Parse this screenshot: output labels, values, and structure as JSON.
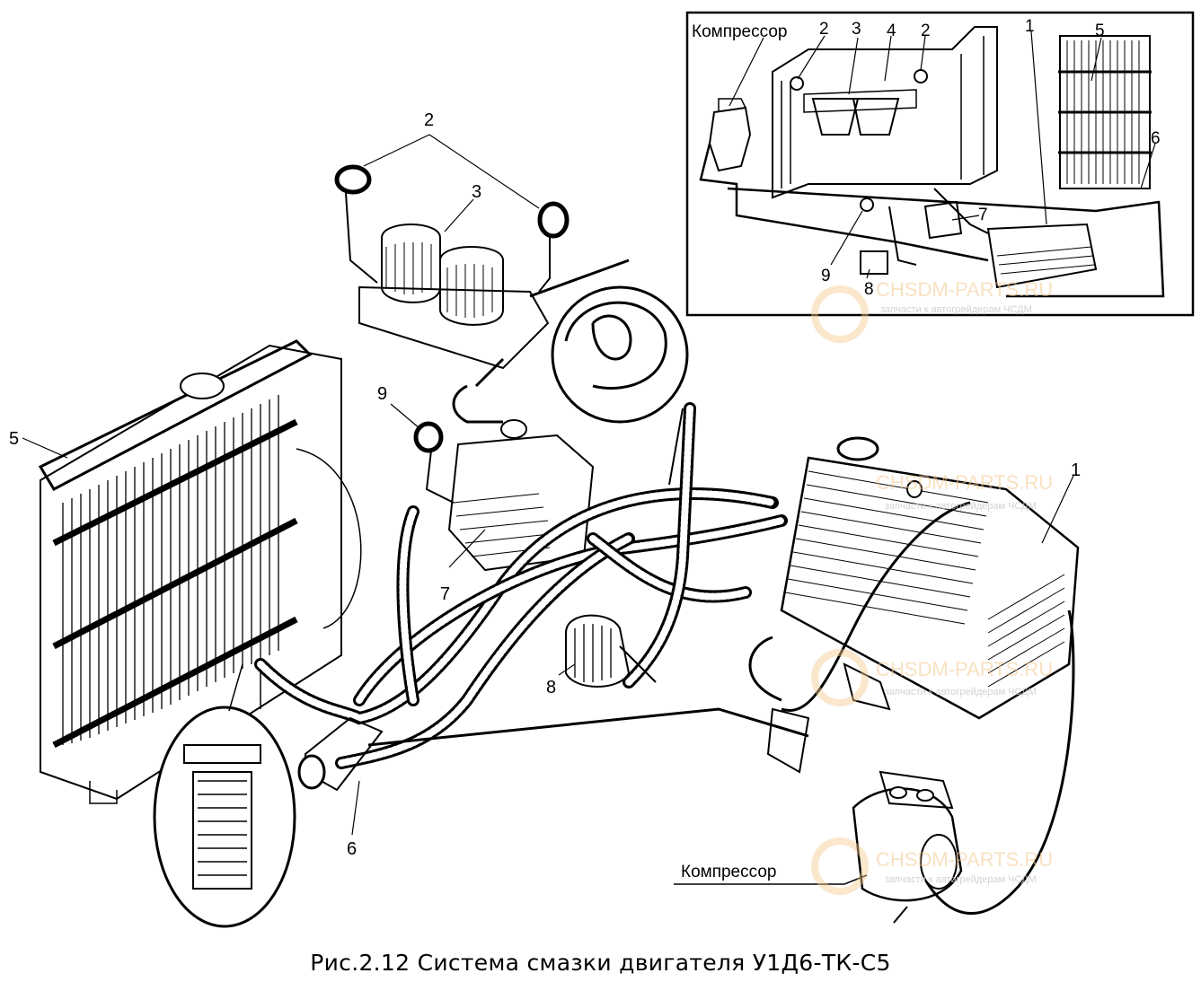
{
  "caption": "Рис.2.12 Система смазки двигателя У1Д6-ТК-С5",
  "inset": {
    "compressor_label": "Компрессор",
    "numbers": [
      "2",
      "3",
      "4",
      "2",
      "1",
      "5",
      "6",
      "7",
      "9",
      "8"
    ]
  },
  "main": {
    "compressor_label": "Компрессор",
    "numbers": {
      "n1": "1",
      "n2": "2",
      "n3": "3",
      "n5": "5",
      "n6": "6",
      "n7": "7",
      "n8": "8",
      "n9": "9"
    }
  },
  "watermark": {
    "brand": "CHSDM-PARTS.RU",
    "tagline": "запчасти к автогрейдерам ЧСДМ"
  }
}
